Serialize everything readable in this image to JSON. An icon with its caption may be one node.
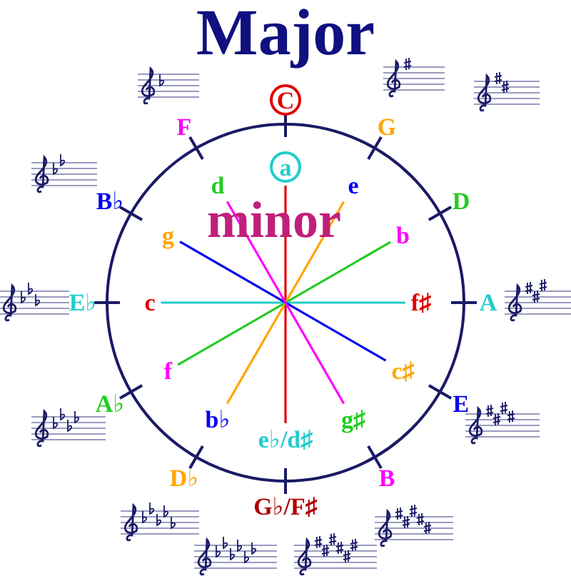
{
  "diagram": {
    "title": "Major",
    "nodes": [
      {
        "text": [
          "C"
        ]
      },
      {
        "text": [
          "G"
        ]
      },
      {
        "text": [
          "D"
        ]
      },
      {
        "text": [
          "A"
        ]
      },
      {
        "text": [
          "E"
        ]
      },
      {
        "text": [
          "B"
        ]
      },
      {
        "text": [
          "G♭/F♯"
        ]
      },
      {
        "text": [
          "D♭"
        ]
      },
      {
        "text": [
          "A♭"
        ]
      },
      {
        "text": [
          "E♭"
        ]
      },
      {
        "text": [
          "B♭"
        ]
      },
      {
        "text": [
          "F"
        ]
      },
      {
        "text": [
          "a"
        ]
      },
      {
        "text": [
          "e"
        ]
      },
      {
        "text": [
          "b"
        ]
      },
      {
        "text": [
          "f♯"
        ]
      },
      {
        "text": [
          "c♯"
        ]
      },
      {
        "text": [
          "g♯"
        ]
      },
      {
        "text": [
          "e♭/d♯"
        ]
      },
      {
        "text": [
          "b♭"
        ]
      },
      {
        "text": [
          "f"
        ]
      },
      {
        "text": [
          "c"
        ]
      },
      {
        "text": [
          "g"
        ]
      },
      {
        "text": [
          "d"
        ]
      }
    ],
    "edges": [
      {
        "from": 12,
        "to": 18,
        "arrow": "none",
        "color": "#e00000"
      },
      {
        "from": 13,
        "to": 19,
        "arrow": "none",
        "color": "#ffa500"
      },
      {
        "from": 14,
        "to": 20,
        "arrow": "none",
        "color": "#22cc22"
      },
      {
        "from": 15,
        "to": 21,
        "arrow": "none",
        "color": "#22cccc"
      },
      {
        "from": 16,
        "to": 22,
        "arrow": "none",
        "color": "#0000ee"
      },
      {
        "from": 17,
        "to": 23,
        "arrow": "none",
        "color": "#ff00ff"
      }
    ],
    "labels": [
      "minor"
    ]
  }
}
